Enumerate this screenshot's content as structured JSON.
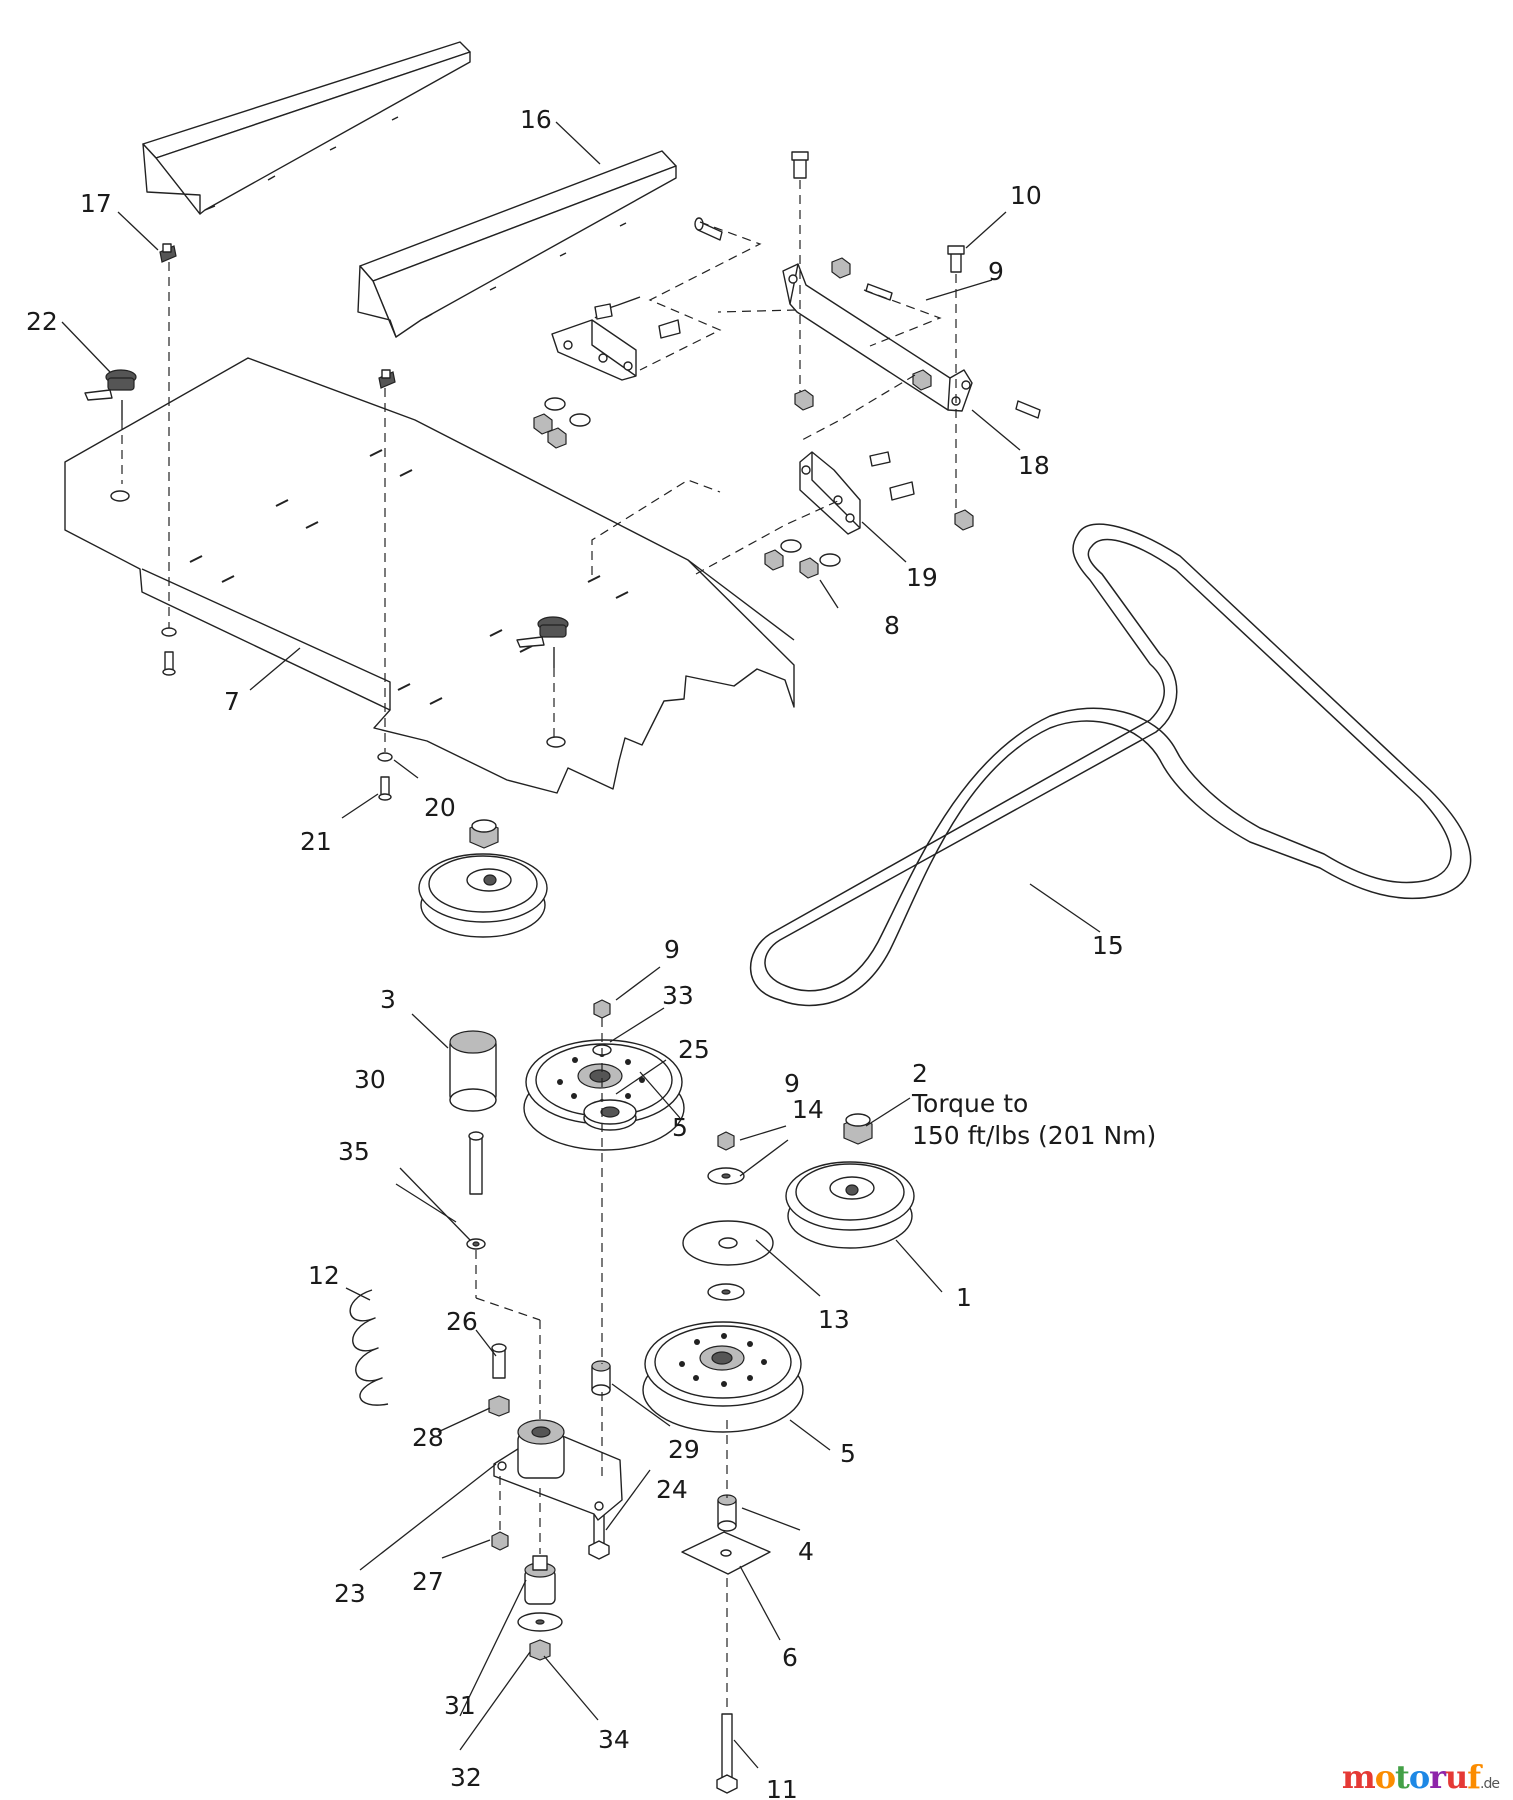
{
  "callouts": {
    "c1": "1",
    "c2": "2",
    "c3": "3",
    "c4": "4",
    "c5a": "5",
    "c5b": "5",
    "c6": "6",
    "c7": "7",
    "c8": "8",
    "c9a": "9",
    "c9b": "9",
    "c9c": "9",
    "c10": "10",
    "c11": "11",
    "c12": "12",
    "c13": "13",
    "c14": "14",
    "c15": "15",
    "c16": "16",
    "c17": "17",
    "c18": "18",
    "c19": "19",
    "c20": "20",
    "c21": "21",
    "c22": "22",
    "c23": "23",
    "c24": "24",
    "c25": "25",
    "c26": "26",
    "c27": "27",
    "c28": "28",
    "c29": "29",
    "c30": "30",
    "c31": "31",
    "c32": "32",
    "c33": "33",
    "c34": "34",
    "c35": "35"
  },
  "torque_note": {
    "line1": "Torque to",
    "line2": "150 ft/lbs (201 Nm)"
  },
  "watermark": {
    "m": "m",
    "o1": "o",
    "t": "t",
    "o2": "o",
    "r": "r",
    "u": "u",
    "f": "f",
    "de": ".de"
  }
}
